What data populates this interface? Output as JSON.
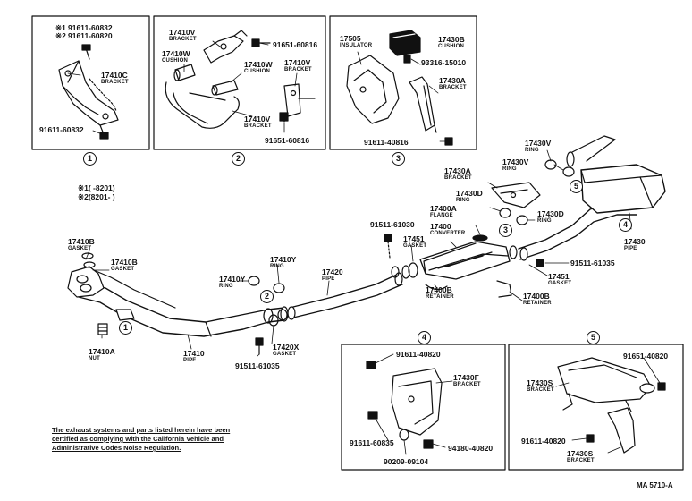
{
  "parts": {
    "p91611_60832_a": "91611-60832",
    "p91611_60820_b": "91611-60820",
    "p17410C": "17410C",
    "bracket_a": "BRACKET",
    "p91611_60832_c": "91611-60832",
    "p17410V_a": "17410V",
    "bracket_b": "BRACKET",
    "p91651_60816_a": "91651-60816",
    "p17410W": "17410W",
    "cushion_a": "CUSHION",
    "p17410W_b": "17410W",
    "cushion_b": "CUSHION",
    "p17410V_b": "17410V",
    "bracket_c": "BRACKET",
    "p17410V_c": "17410V",
    "bracket_d": "BRACKET",
    "p91651_60816_b": "91651-60816",
    "p17505": "17505",
    "insulator": "INSULATOR",
    "p17430B": "17430B",
    "cushion_c": "CUSHION",
    "p93316_15010": "93316-15010",
    "p17430A_a": "17430A",
    "bracket_e": "BRACKET",
    "p91611_40816": "91611-40816",
    "p17430V_a": "17430V",
    "ring_a": "RING",
    "p17430V_b": "17430V",
    "ring_b": "RING",
    "p17430A_b": "17430A",
    "bracket_f": "BRACKET",
    "p17430D_a": "17430D",
    "ring_c": "RING",
    "p17430D_b": "17430D",
    "ring_d": "RING",
    "p17400A": "17400A",
    "flange": "FLANGE",
    "p17400": "17400",
    "converter": "CONVERTER",
    "p91511_61030": "91511-61030",
    "p17451_a": "17451",
    "gasket_a": "GASKET",
    "p17430": "17430",
    "pipe_a": "PIPE",
    "p91511_61035_a": "91511-61035",
    "p17451_b": "17451",
    "gasket_b": "GASKET",
    "p17400B_a": "17400B",
    "retainer_a": "RETAINER",
    "p17400B_b": "17400B",
    "retainer_b": "RETAINER",
    "p17410B_a": "17410B",
    "gasket_c": "GASKET",
    "p17410B_b": "17410B",
    "gasket_d": "GASKET",
    "p17410Y_a": "17410Y",
    "ring_e": "RING",
    "p17410Y_b": "17410Y",
    "ring_f": "RING",
    "p17420": "17420",
    "pipe_b": "PIPE",
    "p17410A": "17410A",
    "nut": "NUT",
    "p17410": "17410",
    "pipe_c": "PIPE",
    "p17420X": "17420X",
    "gasket_e": "GASKET",
    "p91511_61035_b": "91511-61035",
    "p91611_40820_a": "91611-40820",
    "p17430F": "17430F",
    "bracket_g": "BRACKET",
    "p91611_60835": "91611-60835",
    "p94180_40820": "94180-40820",
    "p90209_09104": "90209-09104",
    "p91651_40820": "91651-40820",
    "p17430S_a": "17430S",
    "bracket_h": "BRACKET",
    "p91611_40820_b": "91611-40820",
    "p17430S_b": "17430S",
    "bracket_i": "BRACKET"
  },
  "serial": {
    "s1": "※1(   -8201)",
    "s2": "※2(8201-    )",
    "m1": "※1",
    "m2": "※2"
  },
  "circles": {
    "c1": "1",
    "c2": "2",
    "c3": "3",
    "c4": "4",
    "c5": "5"
  },
  "note": {
    "line1": "The exhaust systems and parts listed herein have been",
    "line2": "certified as complying with the California Vehicle and",
    "line3": "Administrative Codes Noise Regulation."
  },
  "code": "MA 5710-A"
}
